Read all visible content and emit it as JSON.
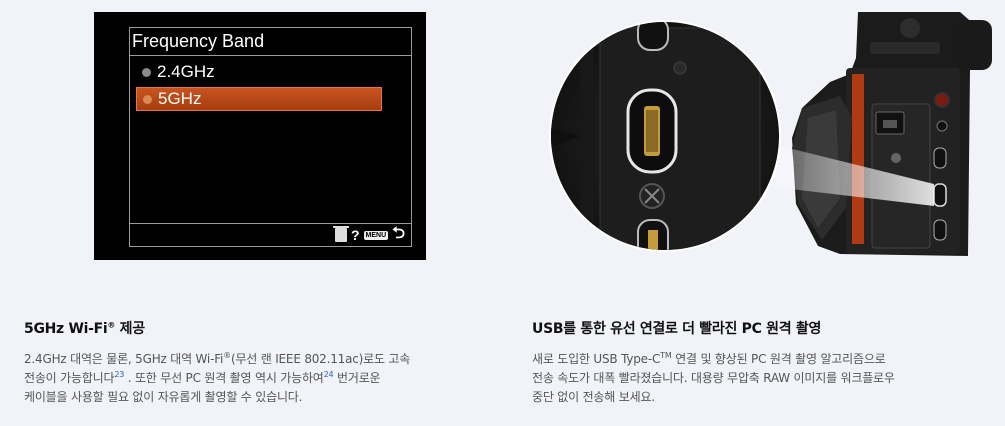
{
  "menu": {
    "title": "Frequency Band",
    "options": [
      {
        "label": "2.4GHz",
        "selected": false
      },
      {
        "label": "5GHz",
        "selected": true
      }
    ],
    "footer_help": "?",
    "footer_menu_key": "MENU",
    "footer_return": "⮌"
  },
  "wifi_feature": {
    "title_pre": "5GHz Wi-Fi",
    "title_sup": "®",
    "title_post": " 제공",
    "p1_a": "2.4GHz 대역은 물론, 5GHz 대역 Wi-Fi",
    "p1_sup": "®",
    "p1_b": "(무선 랜 IEEE 802.11ac)로도 고속",
    "p2_a": "전송이 가능합니다",
    "ref1": "23",
    "p2_b": " . 또한 무선 PC 원격 촬영 역시 가능하여",
    "ref2": "24",
    "p2_c": "  번거로운",
    "p3": "케이블을 사용할 필요 없이 자유롭게 촬영할 수 있습니다."
  },
  "usb_feature": {
    "title": "USB를 통한 유선 연결로 더 빨라진 PC 원격 촬영",
    "p1_a": "새로 도입한 USB Type-C",
    "p1_sup": "TM",
    "p1_b": " 연결 및 향상된 PC 원격 촬영 알고리즘으로",
    "p2": "전송 속도가 대폭 빨라졌습니다. 대용량 무압축 RAW 이미지를 워크플로우",
    "p3": "중단 없이 전송해 보세요."
  }
}
